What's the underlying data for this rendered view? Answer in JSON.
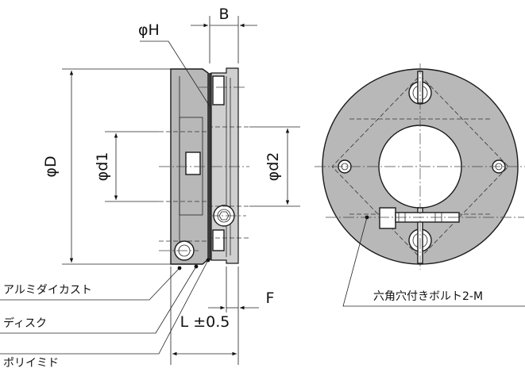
{
  "labels": {
    "phi_h": "φH",
    "b": "B",
    "phi_d": "φD",
    "phi_d1": "φd1",
    "phi_d2": "φd2",
    "f": "F",
    "l": "L ±0.5",
    "aluminum_die_cast": "アルミダイカスト",
    "disk": "ディスク",
    "polyimide": "ポリイミド",
    "hex_bolt": "六角穴付きボルト2-M"
  },
  "colors": {
    "body_fill": "#b8b8b8",
    "line": "#1a1a1a"
  }
}
